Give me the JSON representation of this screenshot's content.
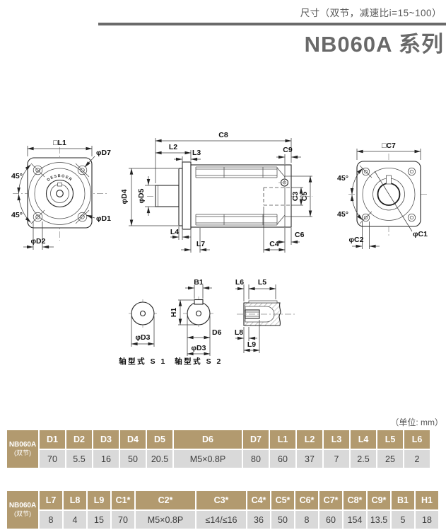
{
  "header": {
    "subtitle": "尺寸（双节，减速比i=15~100）",
    "title": "NB060A 系列"
  },
  "unit_note": "（单位: mm）",
  "brand": "DESBOER",
  "labels": {
    "l1": "□L1",
    "d7": "φD7",
    "d1": "φD1",
    "d2": "φD2",
    "angle": "45°",
    "c8": "C8",
    "l2": "L2",
    "l3": "L3",
    "c9": "C9",
    "d4": "φD4",
    "d5": "φD5",
    "c3": "C3",
    "c5": "C5",
    "l4": "L4",
    "l7": "L7",
    "c4": "C4",
    "c6": "C6",
    "c7": "□C7",
    "c1": "φC1",
    "c2": "φC2",
    "b1": "B1",
    "h1": "H1",
    "d6": "D6",
    "d3": "φD3",
    "l5": "L5",
    "l6": "L6",
    "l8": "L8",
    "l9": "L9",
    "s1_caption": "轴型式 S 1",
    "s2_caption": "轴型式 S 2"
  },
  "tables": [
    {
      "model": "NB060A",
      "model_sub": "(双节)",
      "headers": [
        "D1",
        "D2",
        "D3",
        "D4",
        "D5",
        "D6",
        "D7",
        "L1",
        "L2",
        "L3",
        "L4",
        "L5",
        "L6"
      ],
      "values": [
        "70",
        "5.5",
        "16",
        "50",
        "20.5",
        "M5×0.8P",
        "80",
        "60",
        "37",
        "7",
        "2.5",
        "25",
        "2"
      ]
    },
    {
      "model": "NB060A",
      "model_sub": "(双节)",
      "headers": [
        "L7",
        "L8",
        "L9",
        "C1*",
        "C2*",
        "C3*",
        "C4*",
        "C5*",
        "C6*",
        "C7*",
        "C8*",
        "C9*",
        "B1",
        "H1"
      ],
      "values": [
        "8",
        "4",
        "15",
        "70",
        "M5×0.8P",
        "≤14/≤16",
        "36",
        "50",
        "8",
        "60",
        "154",
        "13.5",
        "5",
        "18"
      ]
    }
  ],
  "colors": {
    "accent": "#b29a6f",
    "row_bg": "#d9d9d9",
    "divider": "#6a6a6a"
  }
}
